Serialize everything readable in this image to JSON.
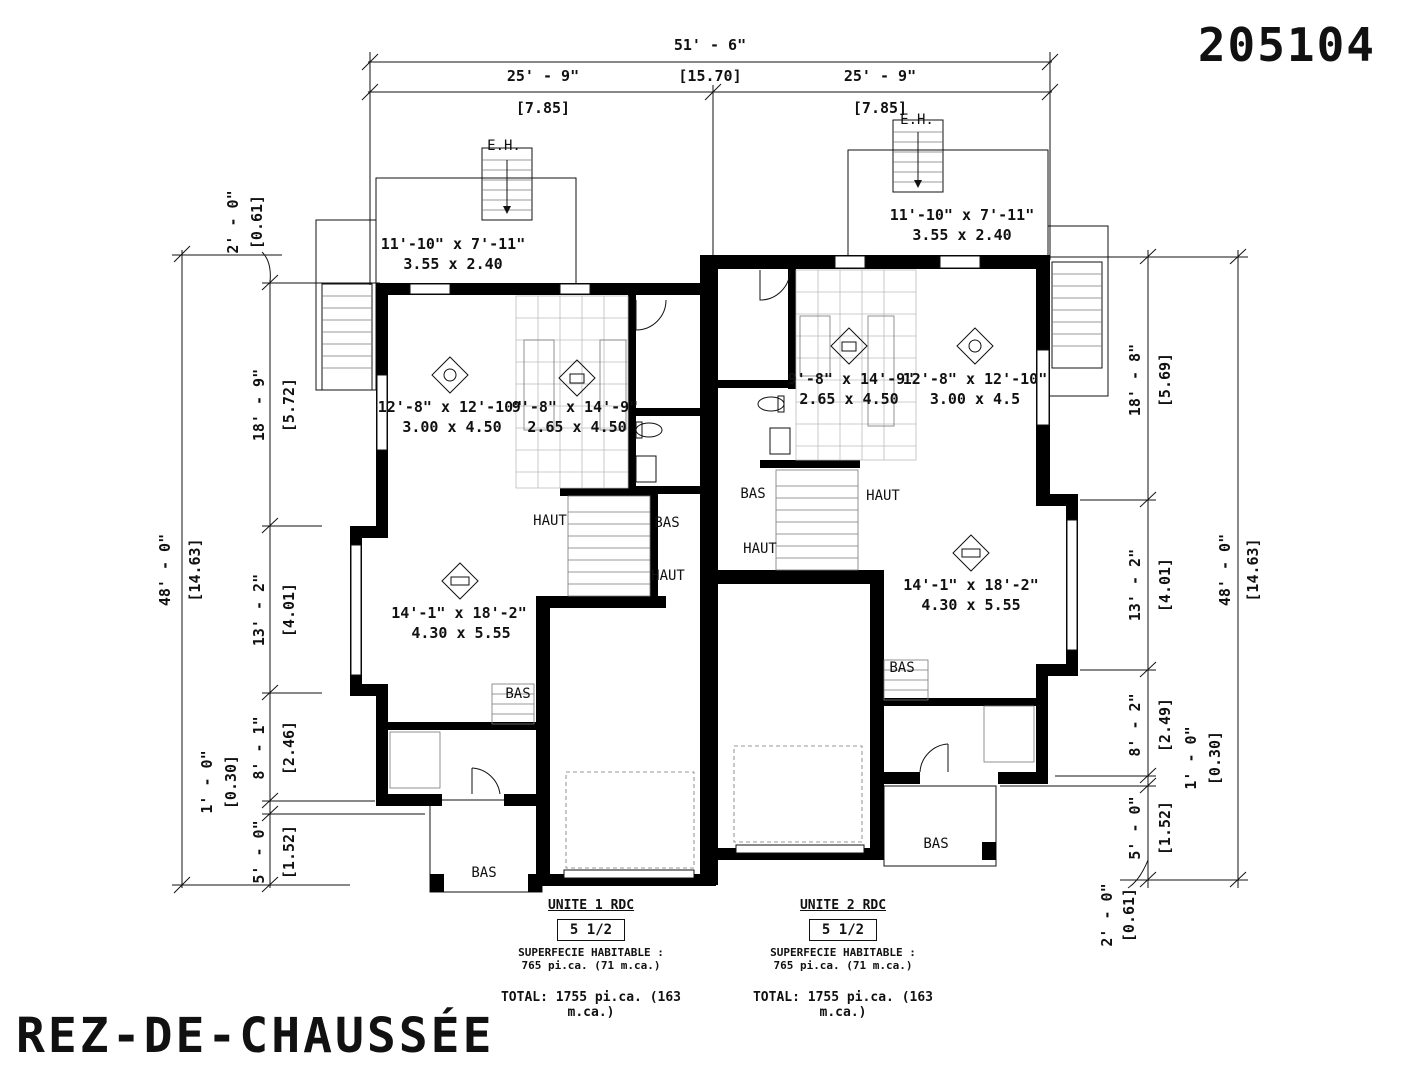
{
  "plan_number": "205104",
  "plan_title": "REZ-DE-CHAUSSÉE",
  "dimensions": {
    "overall_width": "51' - 6\"",
    "overall_width_metric": "[15.70]",
    "left_width": "25' - 9\"",
    "left_width_metric": "[7.85]",
    "right_width": "25' - 9\"",
    "right_width_metric": "[7.85]",
    "left_depth": "48' - 0\"",
    "left_depth_metric": "[14.63]",
    "right_depth": "48' - 0\"",
    "right_depth_metric": "[14.63]",
    "left_seg1": "18' - 9\"",
    "left_seg1_metric": "[5.72]",
    "left_seg2": "13' - 2\"",
    "left_seg2_metric": "[4.01]",
    "left_seg3": "8' - 1\"",
    "left_seg3_metric": "[2.46]",
    "left_seg4": "5' - 0\"",
    "left_seg4_metric": "[1.52]",
    "left_offset_top": "2' - 0\"",
    "left_offset_top_metric": "[0.61]",
    "left_offset_bottom": "1' - 0\"",
    "left_offset_bottom_metric": "[0.30]",
    "right_seg1": "18' - 8\"",
    "right_seg1_metric": "[5.69]",
    "right_seg2": "13' - 2\"",
    "right_seg2_metric": "[4.01]",
    "right_seg3": "8' - 2\"",
    "right_seg3_metric": "[2.49]",
    "right_seg4": "5' - 0\"",
    "right_seg4_metric": "[1.52]",
    "right_offset_bottom": "1' - 0\"",
    "right_offset_bottom_metric": "[0.30]",
    "right_offset_low": "2' - 0\"",
    "right_offset_low_metric": "[0.61]"
  },
  "rooms": {
    "u1_deck": "11'-10\" x 7'-11\"",
    "u1_deck_metric": "3.55 x 2.40",
    "u1_dining": "12'-8\" x 12'-10\"",
    "u1_dining_metric": "3.00 x 4.50",
    "u1_kitchen": "9'-8\" x 14'-9\"",
    "u1_kitchen_metric": "2.65 x 4.50",
    "u1_living": "14'-1\" x 18'-2\"",
    "u1_living_metric": "4.30 x 5.55",
    "u2_deck": "11'-10\" x 7'-11\"",
    "u2_deck_metric": "3.55 x 2.40",
    "u2_kitchen": "9'-8\" x 14'-9\"",
    "u2_kitchen_metric": "2.65 x 4.50",
    "u2_dining": "12'-8\" x 12'-10\"",
    "u2_dining_metric": "3.00 x 4.5",
    "u2_living": "14'-1\" x 18'-2\"",
    "u2_living_metric": "4.30 x 5.55"
  },
  "labels": {
    "eh_left": "E.H.",
    "eh_right": "E.H.",
    "u1_haut_a": "HAUT",
    "u1_bas_a": "BAS",
    "u1_haut_b": "HAUT",
    "u1_bas_b": "BAS",
    "u1_bas_c": "BAS",
    "u2_bas_a": "BAS",
    "u2_haut_a": "HAUT",
    "u2_haut_b": "HAUT",
    "u2_bas_b": "BAS",
    "u2_bas_c": "BAS"
  },
  "units": [
    {
      "name": "UNITE 1 RDC",
      "rooms": "5 1/2",
      "area_label": "SUPERFECIE HABITABLE :",
      "area": "765 pi.ca. (71 m.ca.)",
      "total": "TOTAL: 1755 pi.ca. (163 m.ca.)"
    },
    {
      "name": "UNITE 2 RDC",
      "rooms": "5 1/2",
      "area_label": "SUPERFECIE HABITABLE :",
      "area": "765 pi.ca. (71 m.ca.)",
      "total": "TOTAL: 1755 pi.ca. (163 m.ca.)"
    }
  ],
  "icons": [
    "dining-icon",
    "kitchen-icon",
    "sofa-icon",
    "toilet-icon",
    "sink-icon",
    "door-swing-icon",
    "stair-icon"
  ]
}
